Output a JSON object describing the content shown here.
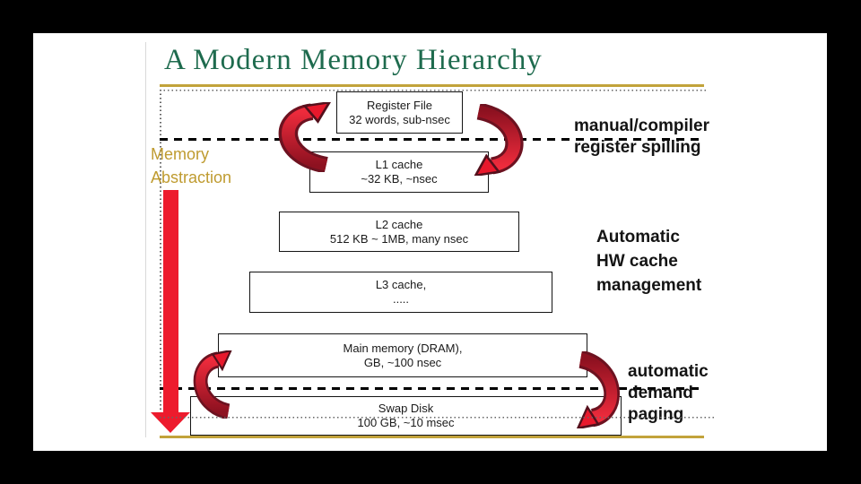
{
  "title": "A Modern Memory Hierarchy",
  "abstraction_label": {
    "line1": "Memory",
    "line2": "Abstraction"
  },
  "levels": [
    {
      "name": "Register File",
      "detail": "32 words, sub-nsec"
    },
    {
      "name": "L1 cache",
      "detail": "~32 KB, ~nsec"
    },
    {
      "name": "L2 cache",
      "detail": "512 KB ~ 1MB, many nsec"
    },
    {
      "name": "L3 cache,",
      "detail": "....."
    },
    {
      "name": "Main memory (DRAM),",
      "detail": "GB, ~100 nsec"
    },
    {
      "name": "Swap Disk",
      "detail": "100 GB, ~10 msec"
    }
  ],
  "annotations": {
    "register_spilling": {
      "line1": "manual/compiler",
      "line2": "register spilling"
    },
    "hw_cache": {
      "line1": "Automatic",
      "line2": "HW cache",
      "line3": "management"
    },
    "demand_paging": {
      "line1": "automatic",
      "line2": "demand",
      "line3": "paging"
    }
  },
  "icons": {
    "cycle_arrow": "curved-transfer-arrow",
    "down_arrow": "abstraction-down-arrow"
  },
  "colors": {
    "title_green": "#1e6b4e",
    "accent_gold": "#c2a33b",
    "label_gold": "#bf9b30",
    "arrow_red": "#e8182c",
    "arrow_dark": "#6d1220"
  }
}
